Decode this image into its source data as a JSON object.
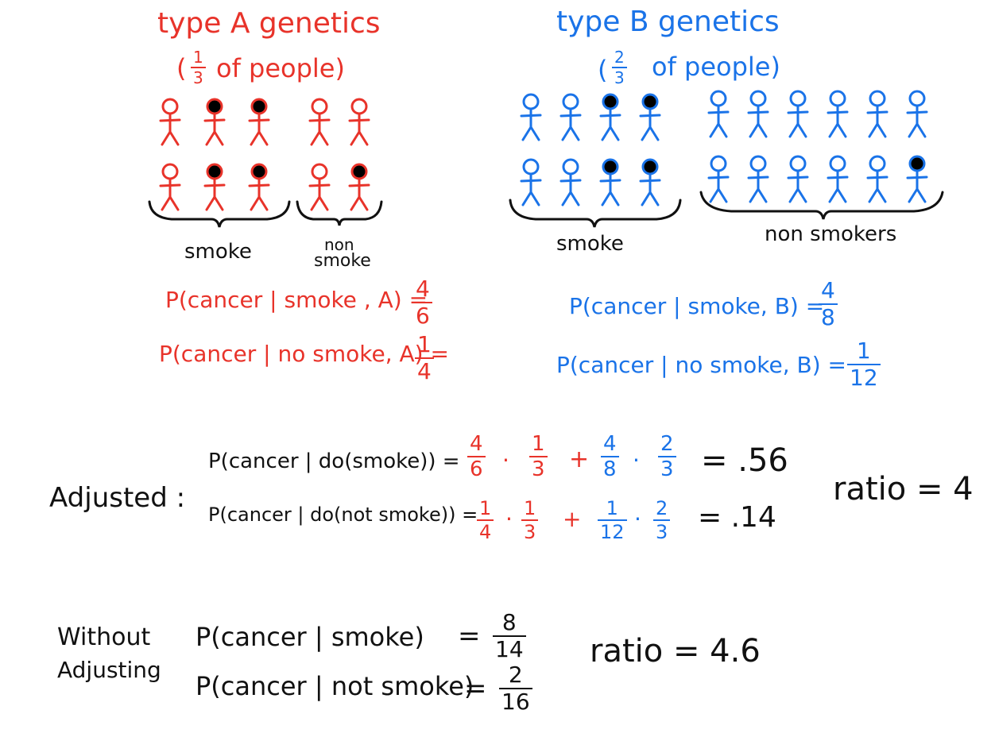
{
  "colors": {
    "typeA": "#e8332a",
    "typeB": "#1a73e8",
    "ink": "#111111"
  },
  "typeA": {
    "title": "type A genetics",
    "share": {
      "prefix": "(",
      "num": "1",
      "den": "3",
      "suffix": "of people)"
    },
    "smoke_label": "smoke",
    "nonsmoke_label_line1": "non",
    "nonsmoke_label_line2": "smoke",
    "smoke_figures": 6,
    "smoke_cancer": 4,
    "nonsmoke_figures": 4,
    "nonsmoke_cancer": 1,
    "p_smoke": {
      "expr": "P(cancer | smoke , A) =",
      "num": "4",
      "den": "6"
    },
    "p_nosmoke": {
      "expr": "P(cancer | no smoke, A) =",
      "num": "1",
      "den": "4"
    }
  },
  "typeB": {
    "title": "type B genetics",
    "share": {
      "prefix": "(",
      "num": "2",
      "den": "3",
      "suffix": "of people)"
    },
    "smoke_label": "smoke",
    "nonsmoke_label": "non smokers",
    "smoke_figures": 8,
    "smoke_cancer": 4,
    "nonsmoke_figures": 12,
    "nonsmoke_cancer": 1,
    "p_smoke": {
      "expr": "P(cancer | smoke, B) =",
      "num": "4",
      "den": "8"
    },
    "p_nosmoke": {
      "expr": "P(cancer | no smoke, B) =",
      "num": "1",
      "den": "12"
    }
  },
  "adjusted": {
    "label": "Adjusted :",
    "line1": {
      "expr": "P(cancer | do(smoke)) =",
      "a_num": "4",
      "a_den": "6",
      "w1_num": "1",
      "w1_den": "3",
      "b_num": "4",
      "b_den": "8",
      "w2_num": "2",
      "w2_den": "3",
      "result": "= .56"
    },
    "line2": {
      "expr": "P(cancer | do(not smoke)) =",
      "a_num": "1",
      "a_den": "4",
      "w1_num": "1",
      "w1_den": "3",
      "b_num": "1",
      "b_den": "12",
      "w2_num": "2",
      "w2_den": "3",
      "result": "= .14"
    },
    "ratio": "ratio = 4"
  },
  "unadjusted": {
    "label_line1": "Without",
    "label_line2": "Adjusting",
    "line1": {
      "expr": "P(cancer | smoke)",
      "num": "8",
      "den": "14"
    },
    "line2": {
      "expr": "P(cancer | not smoke)",
      "num": "2",
      "den": "16"
    },
    "ratio": "ratio = 4.6"
  }
}
